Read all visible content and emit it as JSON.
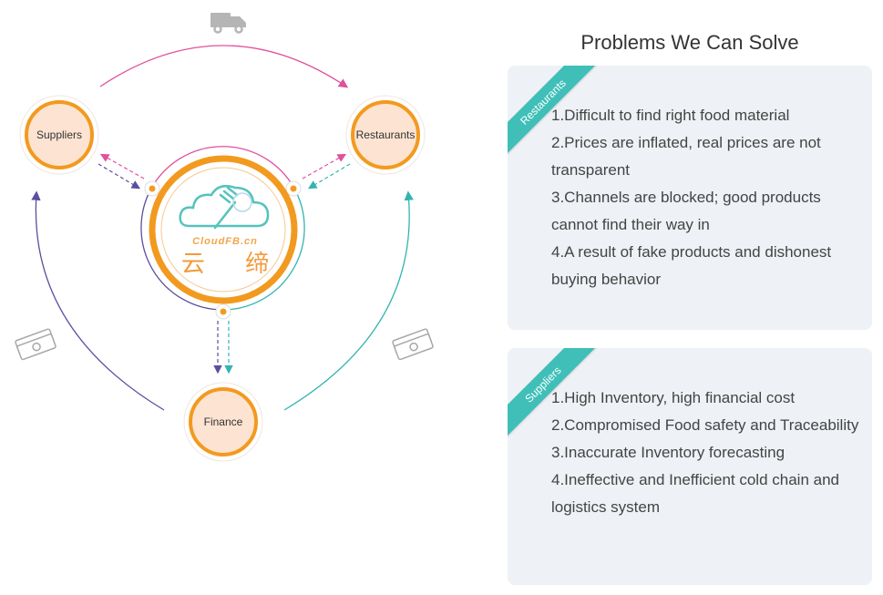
{
  "diagram": {
    "nodes": {
      "suppliers": "Suppliers",
      "restaurants": "Restaurants",
      "finance": "Finance"
    },
    "brand": {
      "logo_text": "CloudFB.cn",
      "chinese_name": "云 缔"
    },
    "icons": [
      "truck-icon",
      "money-stack-icon",
      "money-stack-icon",
      "cloud-fork-logo-icon"
    ],
    "colors": {
      "orange": "#f29a1f",
      "node_fill": "#fde3d1",
      "pink": "#e0509c",
      "purple": "#5c4e9e",
      "teal": "#32b4b0"
    }
  },
  "problems": {
    "heading": "Problems We Can Solve",
    "cards": [
      {
        "tag": "Restaurants",
        "items": [
          "1.Difficult to find right food material",
          "2.Prices are inflated, real prices are not transparent",
          "3.Channels are blocked; good products cannot find their way in",
          "4.A result of fake products and dishonest buying behavior"
        ]
      },
      {
        "tag": "Suppliers",
        "items": [
          "1.High Inventory, high financial cost",
          "2.Compromised Food safety and Traceability",
          "3.Inaccurate Inventory forecasting",
          "4.Ineffective and Inefficient cold chain and logistics system"
        ]
      }
    ]
  }
}
